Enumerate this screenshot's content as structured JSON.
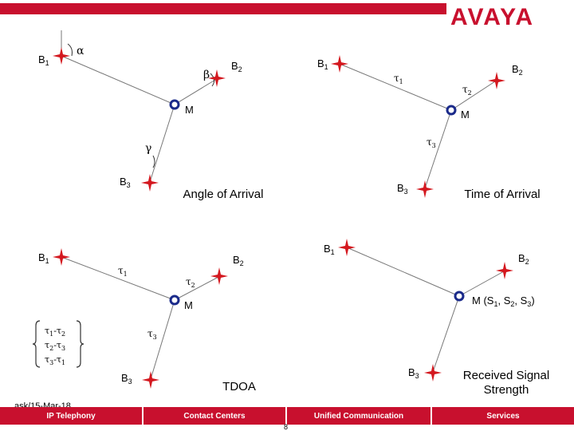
{
  "brand": {
    "logo_text": "AVAYA",
    "accent_color": "#c8102e"
  },
  "panels": {
    "aoa": {
      "caption": "Angle of Arrival",
      "b1": "B",
      "b1_sub": "1",
      "b2": "B",
      "b2_sub": "2",
      "b3": "B",
      "b3_sub": "3",
      "m": "M",
      "alpha": "α",
      "beta": "β",
      "gamma": "γ"
    },
    "toa": {
      "caption": "Time of Arrival",
      "b1": "B",
      "b1_sub": "1",
      "b2": "B",
      "b2_sub": "2",
      "b3": "B",
      "b3_sub": "3",
      "m": "M",
      "tau": "τ",
      "t1_sub": "1",
      "t2_sub": "2",
      "t3_sub": "3"
    },
    "tdoa": {
      "caption": "TDOA",
      "b1": "B",
      "b1_sub": "1",
      "b2": "B",
      "b2_sub": "2",
      "b3": "B",
      "b3_sub": "3",
      "m": "M",
      "tau": "τ",
      "t1_sub": "1",
      "t2_sub": "2",
      "t3_sub": "3",
      "diff_1a": "1",
      "diff_1b": "2",
      "diff_2a": "2",
      "diff_2b": "3",
      "diff_3a": "3",
      "diff_3b": "1"
    },
    "rss": {
      "caption_line1": "Received Signal",
      "caption_line2": "Strength",
      "b1": "B",
      "b1_sub": "1",
      "b2": "B",
      "b2_sub": "2",
      "b3": "B",
      "b3_sub": "3",
      "m_label": "M (S",
      "s1_sub": "1",
      "s2_prefix": ", S",
      "s2_sub": "2",
      "s3_prefix": ", S",
      "s3_sub": "3",
      "m_close": ")"
    }
  },
  "footer": {
    "id": "ask/15-Mar-18",
    "items": [
      "IP Telephony",
      "Contact Centers",
      "Unified Communication",
      "Services"
    ],
    "page": "8"
  },
  "icons": {
    "base_station": "red-star-icon",
    "mobile": "blue-ring-icon"
  }
}
